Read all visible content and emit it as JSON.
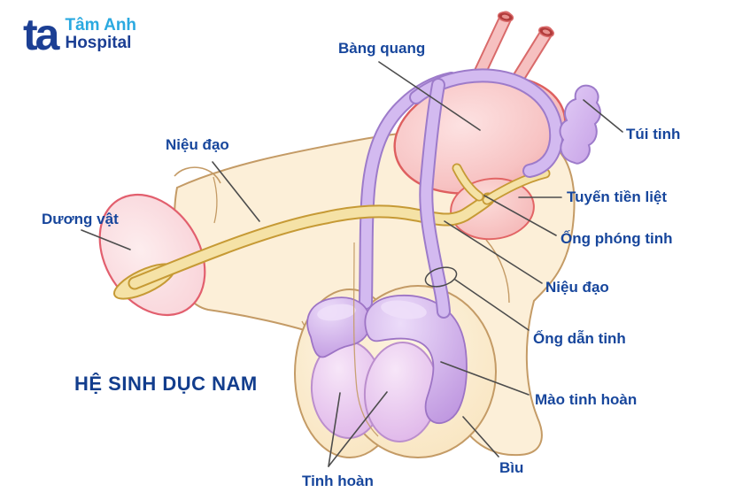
{
  "logo": {
    "mark": "ta",
    "name_line1": "Tâm Anh",
    "name_line2": "Hospital"
  },
  "title": "HỆ SINH DỤC NAM",
  "labels": {
    "bang_quang": "Bàng quang",
    "tui_tinh": "Túi tinh",
    "tuyen_tien_liet": "Tuyến tiền liệt",
    "ong_phong_tinh": "Ống phóng tinh",
    "nieu_dao_right": "Niệu đạo",
    "ong_dan_tinh": "Ống dẫn tinh",
    "mao_tinh_hoan": "Mào tinh hoàn",
    "biu": "Bìu",
    "tinh_hoan": "Tinh hoàn",
    "duong_vat": "Dương vật",
    "nieu_dao_left": "Niệu đạo"
  },
  "colors": {
    "label_text": "#17469c",
    "title_text": "#123d8d",
    "logo_dark_blue": "#1c3f94",
    "logo_light_blue": "#2aa9e0",
    "leader_line": "#4d4d4d",
    "skin_cream": "#fcefd8",
    "skin_outline": "#c49b66",
    "bladder_pink": "#f4b3b3",
    "bladder_outline": "#de5f5f",
    "urethra_yellow": "#f5e2a6",
    "urethra_outline": "#c69a35",
    "vas_purple": "#d3baf0",
    "vas_outline": "#9d7bca",
    "testicle_lavender": "#e3bdec",
    "epididymis_purple": "#c9a4e6"
  }
}
